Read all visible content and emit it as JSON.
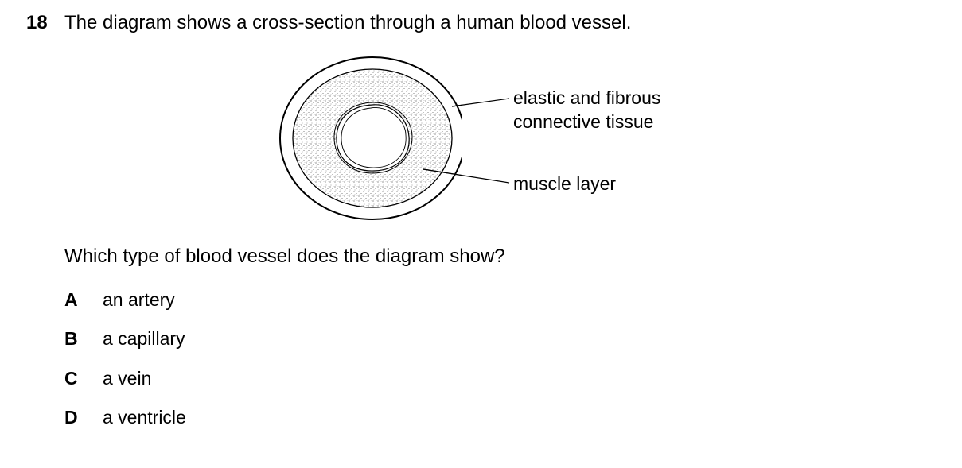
{
  "question": {
    "number": "18",
    "stem": "The diagram shows a cross-section through a human blood vessel.",
    "prompt": "Which type of blood vessel does the diagram show?"
  },
  "diagram": {
    "labels": {
      "elastic_line1": "elastic and fibrous",
      "elastic_line2": "connective tissue",
      "muscle": "muscle layer"
    }
  },
  "options": [
    {
      "letter": "A",
      "text": "an artery"
    },
    {
      "letter": "B",
      "text": "a capillary"
    },
    {
      "letter": "C",
      "text": "a vein"
    },
    {
      "letter": "D",
      "text": "a ventricle"
    }
  ]
}
